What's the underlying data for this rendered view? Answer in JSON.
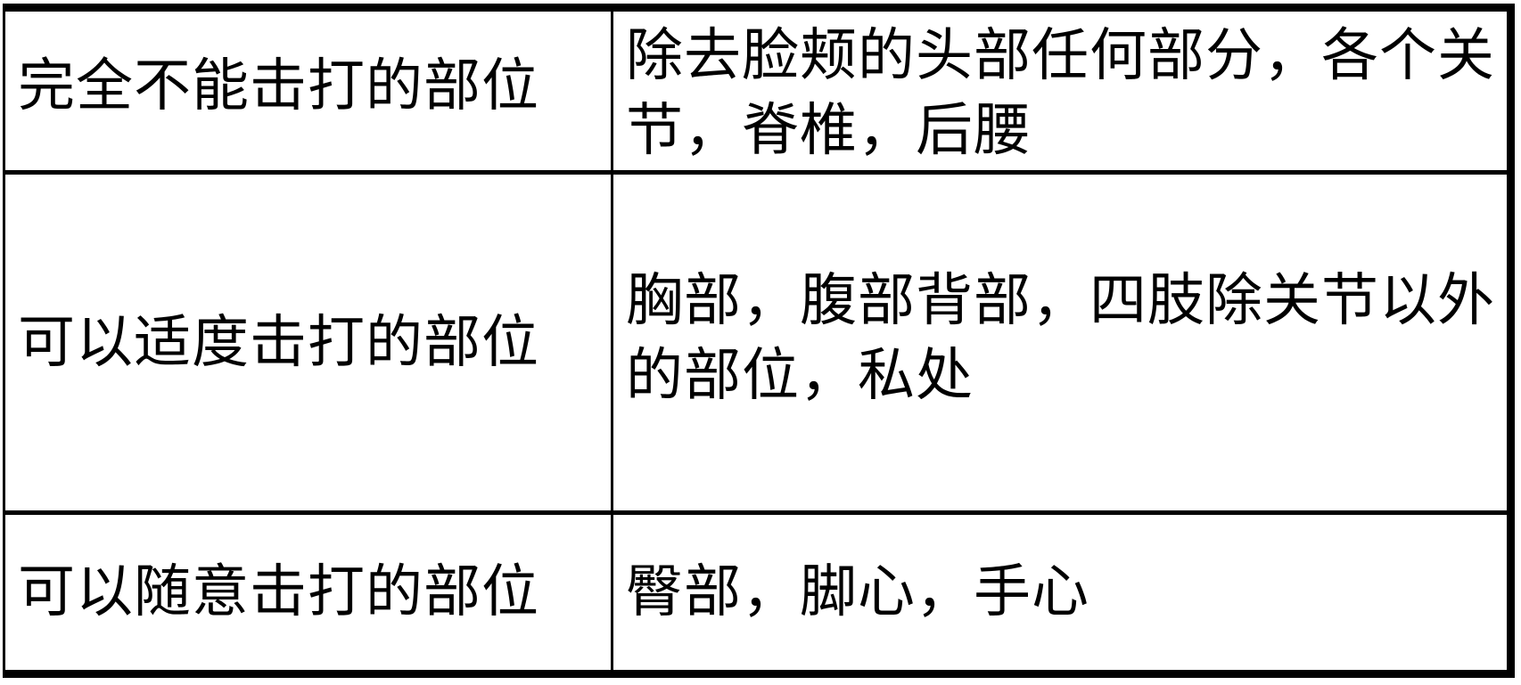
{
  "table": {
    "rows": [
      {
        "label": "完全不能击打的部位",
        "value": "除去脸颊的头部任何部分，各个关节，脊椎，后腰"
      },
      {
        "label": "可以适度击打的部位",
        "value": "胸部，腹部背部，四肢除关节以外的部位，私处"
      },
      {
        "label": "可以随意击打的部位",
        "value": "臀部，脚心，手心"
      }
    ]
  },
  "colors": {
    "border": "#000000",
    "background": "#ffffff",
    "text": "#000000"
  }
}
